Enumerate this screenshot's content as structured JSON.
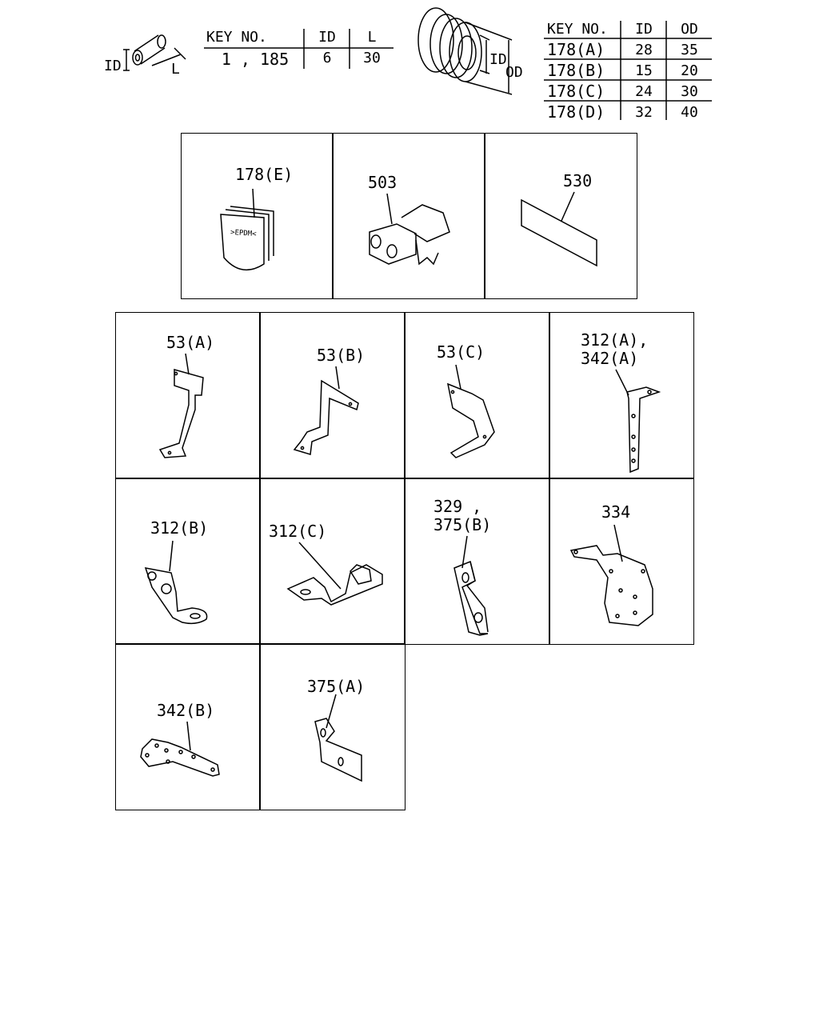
{
  "tube_table": {
    "headers": [
      "KEY NO.",
      "ID",
      "L"
    ],
    "rows": [
      [
        "1 , 185",
        "6",
        "30"
      ]
    ],
    "dims": {
      "id": "ID",
      "length": "L"
    }
  },
  "grommet_table": {
    "headers": [
      "KEY NO.",
      "ID",
      "OD"
    ],
    "rows": [
      [
        "178(A)",
        "28",
        "35"
      ],
      [
        "178(B)",
        "15",
        "20"
      ],
      [
        "178(C)",
        "24",
        "30"
      ],
      [
        "178(D)",
        "32",
        "40"
      ]
    ],
    "dims": {
      "id": "ID",
      "od": "OD"
    }
  },
  "parts_row1": [
    "178(E)",
    "503",
    "530"
  ],
  "cap_marking": ">EPDM<",
  "parts_grid": [
    [
      "53(A)",
      "53(B)",
      "53(C)",
      "312(A),\n342(A)"
    ],
    [
      "312(B)",
      "312(C)",
      "329 ,\n375(B)",
      "334"
    ],
    [
      "342(B)",
      "375(A)"
    ]
  ]
}
